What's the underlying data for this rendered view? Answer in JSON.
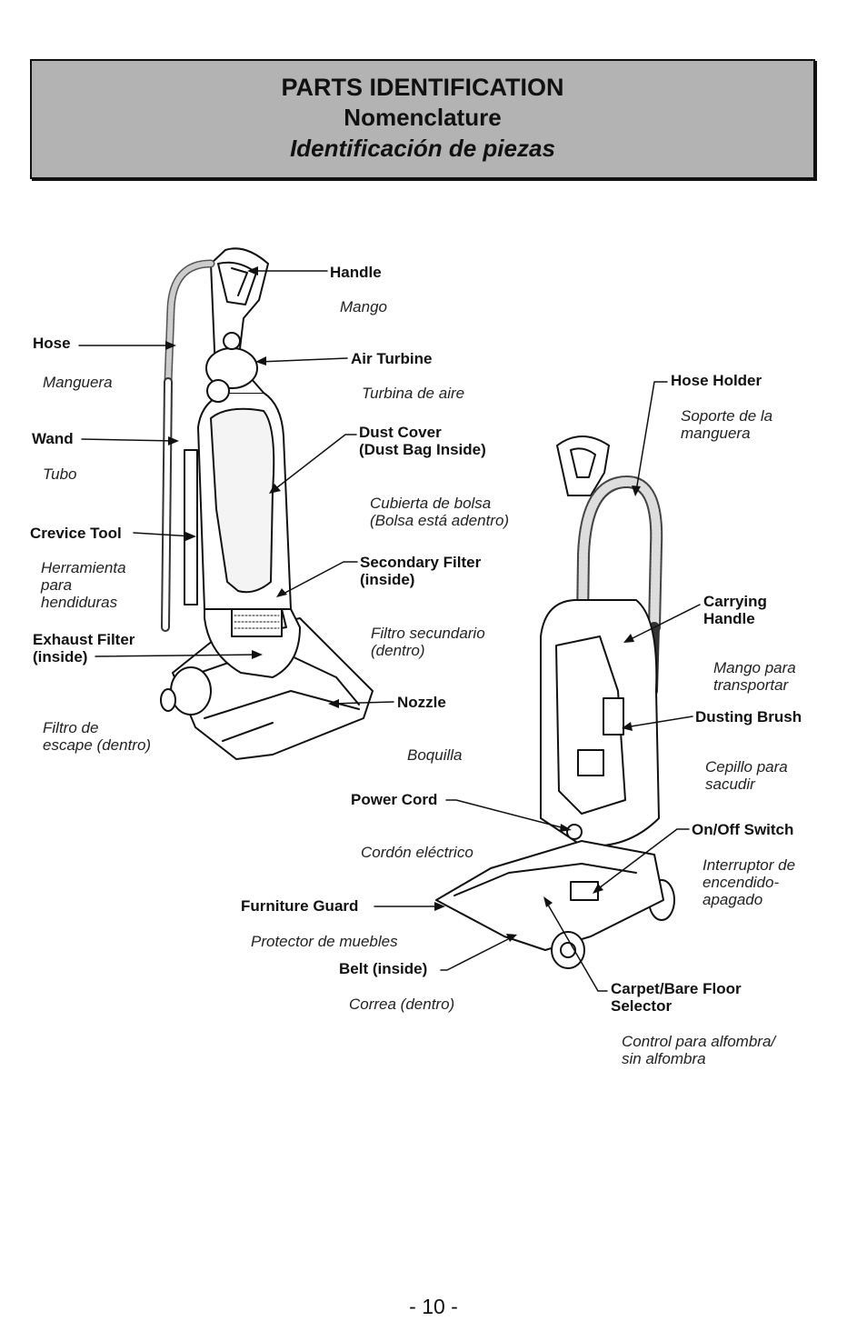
{
  "header": {
    "title_en": "PARTS IDENTIFICATION",
    "title_fr": "Nomenclature",
    "title_es": "Identificación de piezas"
  },
  "labels": {
    "handle": "Handle",
    "handle_es": "Mango",
    "hose": "Hose",
    "hose_es": "Manguera",
    "air_turbine": "Air Turbine",
    "air_turbine_es": "Turbina de aire",
    "wand": "Wand",
    "wand_es": "Tubo",
    "dust_cover_1": "Dust Cover",
    "dust_cover_2": "(Dust Bag Inside)",
    "dust_cover_es_1": "Cubierta de bolsa",
    "dust_cover_es_2": "(Bolsa está adentro)",
    "crevice_tool": "Crevice Tool",
    "crevice_tool_es_1": "Herramienta",
    "crevice_tool_es_2": "para",
    "crevice_tool_es_3": "hendiduras",
    "secondary_filter_1": "Secondary Filter",
    "secondary_filter_2": "(inside)",
    "secondary_filter_es_1": "Filtro secundario",
    "secondary_filter_es_2": "(dentro)",
    "exhaust_filter_1": "Exhaust Filter",
    "exhaust_filter_2": "(inside)",
    "exhaust_filter_es_1": "Filtro de",
    "exhaust_filter_es_2": "escape (dentro)",
    "nozzle": "Nozzle",
    "nozzle_es": "Boquilla",
    "hose_holder": "Hose Holder",
    "hose_holder_es_1": "Soporte de la",
    "hose_holder_es_2": "manguera",
    "carrying_handle_1": "Carrying",
    "carrying_handle_2": "Handle",
    "carrying_handle_es_1": "Mango para",
    "carrying_handle_es_2": "transportar",
    "dusting_brush": "Dusting Brush",
    "dusting_brush_es_1": "Cepillo para",
    "dusting_brush_es_2": "sacudir",
    "power_cord": "Power Cord",
    "power_cord_es": "Cordón eléctrico",
    "on_off_switch": "On/Off Switch",
    "on_off_switch_es_1": "Interruptor de",
    "on_off_switch_es_2": "encendido-",
    "on_off_switch_es_3": "apagado",
    "furniture_guard": "Furniture Guard",
    "furniture_guard_es": "Protector de muebles",
    "belt": "Belt (inside)",
    "belt_es": "Correa (dentro)",
    "floor_selector_1": "Carpet/Bare Floor",
    "floor_selector_2": "Selector",
    "floor_selector_es_1": "Control para alfombra/",
    "floor_selector_es_2": "sin alfombra"
  },
  "page_number": "- 10 -"
}
